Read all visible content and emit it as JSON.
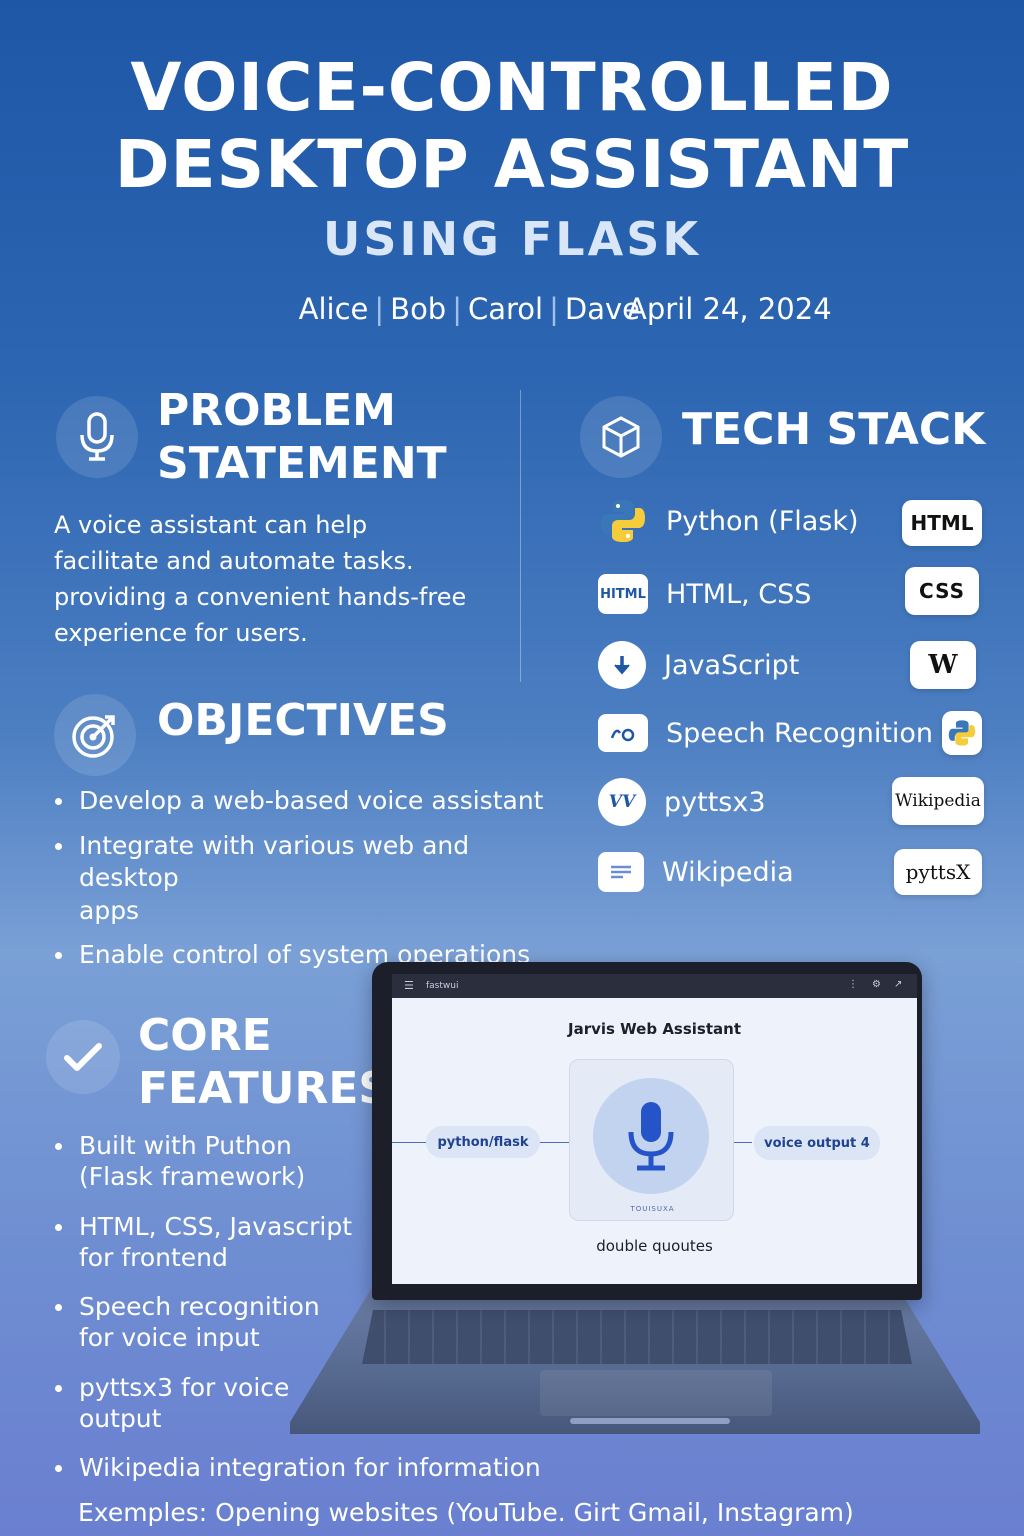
{
  "header": {
    "title_line1": "VOICE-CONTROLLED",
    "title_line2": "DESKTOP ASSISTANT",
    "subtitle": "USING FLASK",
    "authors": [
      "Alice",
      "Bob",
      "Carol",
      "Dave"
    ],
    "author_separator": "|",
    "date": "April 24, 2024"
  },
  "problem": {
    "icon": "microphone-icon",
    "title_line1": "PROBLEM",
    "title_line2": "STATEMENT",
    "lines": [
      "A voice assistant can help",
      "facilitate and automate tasks.",
      "providing a convenient hands-free",
      "experience for users."
    ]
  },
  "objectives": {
    "icon": "target-icon",
    "title": "OBJECTIVES",
    "items": [
      {
        "line1": "Develop a web-based voice assistant",
        "line2": ""
      },
      {
        "line1": "Integrate with various web and desktop",
        "line2": "apps"
      },
      {
        "line1": "Enable control of system operations",
        "line2": ""
      }
    ]
  },
  "tech_stack": {
    "icon": "cube-icon",
    "title": "TECH STACK",
    "items": [
      {
        "label": "Python (Flask)",
        "icon": "python-logo-icon"
      },
      {
        "label": "HTML, CSS",
        "icon": "html-badge-icon",
        "icon_text": "HITML"
      },
      {
        "label": "JavaScript",
        "icon": "download-arrow-icon"
      },
      {
        "label": "Speech Recognition",
        "icon": "speech-wave-icon"
      },
      {
        "label": "pyttsx3",
        "icon": "vv-logo-icon",
        "icon_text": "VV"
      },
      {
        "label": "Wikipedia",
        "icon": "document-lines-icon"
      }
    ],
    "badges": [
      {
        "text": "HTML"
      },
      {
        "text": "CSS"
      },
      {
        "text": "W"
      },
      {
        "text": "",
        "icon": "python-logo-icon"
      },
      {
        "text": "Wikipedia"
      },
      {
        "text": "pyttsX"
      }
    ]
  },
  "core_features": {
    "icon": "checkmark-icon",
    "title_line1": "CORE",
    "title_line2": "FEATURES",
    "items": [
      {
        "line1": "Built with Puthon",
        "line2": "(Flask framework)"
      },
      {
        "line1": "HTML, CSS, Javascript",
        "line2": "for frontend"
      },
      {
        "line1": "Speech recognition",
        "line2": "for voice input"
      },
      {
        "line1": "pyttsx3 for voice",
        "line2": "output"
      },
      {
        "line1": "Wikipedia integration for information",
        "line2": ""
      }
    ],
    "examples": "Exemples: Opening websites (YouTube. Girt Gmail, Instagram)"
  },
  "laptop_screen": {
    "topbar_title": "fastwui",
    "app_title": "Jarvis Web Assistant",
    "left_chip": "python/flask",
    "right_chip": "voice output 4",
    "mic_caption": "TOUISUXA",
    "note": "double quoutes"
  },
  "colors": {
    "background_top": "#1d57a6",
    "background_bottom": "#6a7fd0",
    "accent": "#1f4390"
  }
}
